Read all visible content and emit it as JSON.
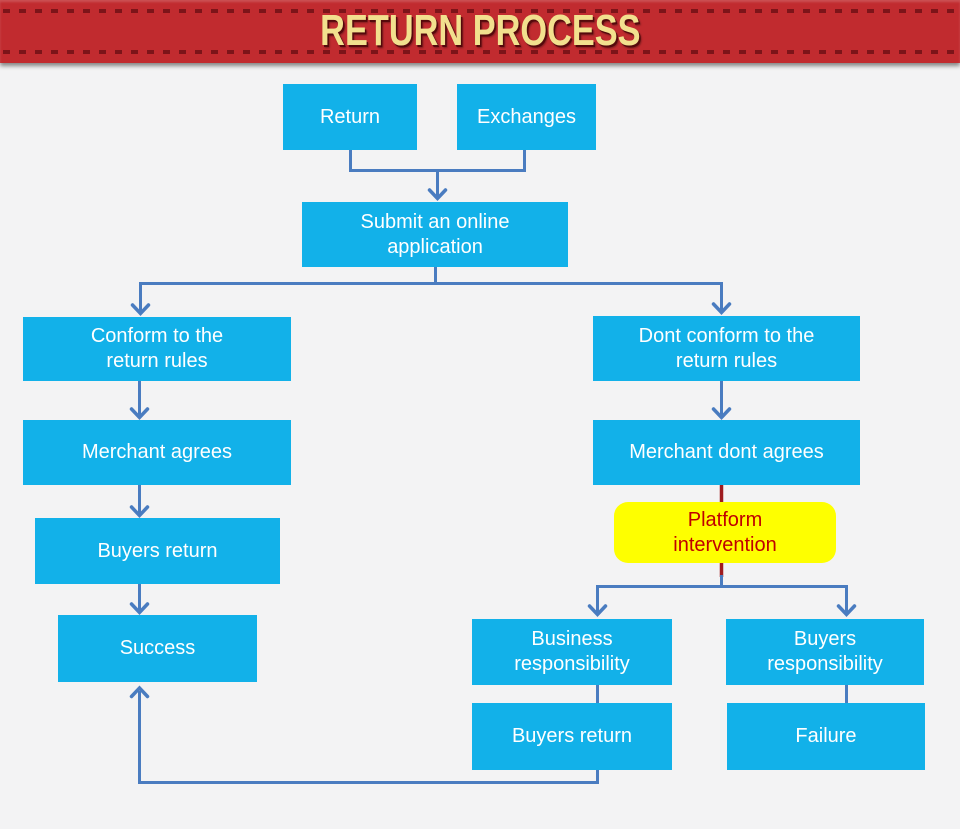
{
  "header": {
    "title": "RETURN PROCESS",
    "banner_color": "#c12b2f",
    "dash_color": "#7c1419",
    "title_color": "#f2e08e"
  },
  "colors": {
    "node_fill": "#12b1e9",
    "node_text": "#ffffff",
    "highlight_fill": "#feff00",
    "highlight_text": "#c00000",
    "connector_blue": "#4a7cc0",
    "connector_red": "#9e1b1f",
    "canvas_bg": "#f3f3f4"
  },
  "nodes": {
    "return": {
      "label": "Return"
    },
    "exchanges": {
      "label": "Exchanges"
    },
    "submit": {
      "label": "Submit an online application"
    },
    "conform": {
      "label": "Conform to the return rules"
    },
    "dont_conform": {
      "label": "Dont conform to the return rules"
    },
    "merchant_agrees": {
      "label": "Merchant agrees"
    },
    "merchant_dont": {
      "label": "Merchant dont agrees"
    },
    "platform": {
      "label": "Platform intervention"
    },
    "buyers_return_l": {
      "label": "Buyers return"
    },
    "success": {
      "label": "Success"
    },
    "business_resp": {
      "label": "Business responsibility"
    },
    "buyers_resp": {
      "label": "Buyers responsibility"
    },
    "buyers_return_r": {
      "label": "Buyers return"
    },
    "failure": {
      "label": "Failure"
    }
  },
  "edges": [
    {
      "from": "return",
      "to": "submit"
    },
    {
      "from": "exchanges",
      "to": "submit"
    },
    {
      "from": "submit",
      "to": "conform"
    },
    {
      "from": "submit",
      "to": "dont_conform"
    },
    {
      "from": "conform",
      "to": "merchant_agrees"
    },
    {
      "from": "merchant_agrees",
      "to": "buyers_return_l"
    },
    {
      "from": "buyers_return_l",
      "to": "success"
    },
    {
      "from": "dont_conform",
      "to": "merchant_dont"
    },
    {
      "from": "merchant_dont",
      "to": "platform"
    },
    {
      "from": "platform",
      "to": "business_resp"
    },
    {
      "from": "platform",
      "to": "buyers_resp"
    },
    {
      "from": "business_resp",
      "to": "buyers_return_r"
    },
    {
      "from": "buyers_resp",
      "to": "failure"
    },
    {
      "from": "buyers_return_r",
      "to": "success"
    }
  ]
}
